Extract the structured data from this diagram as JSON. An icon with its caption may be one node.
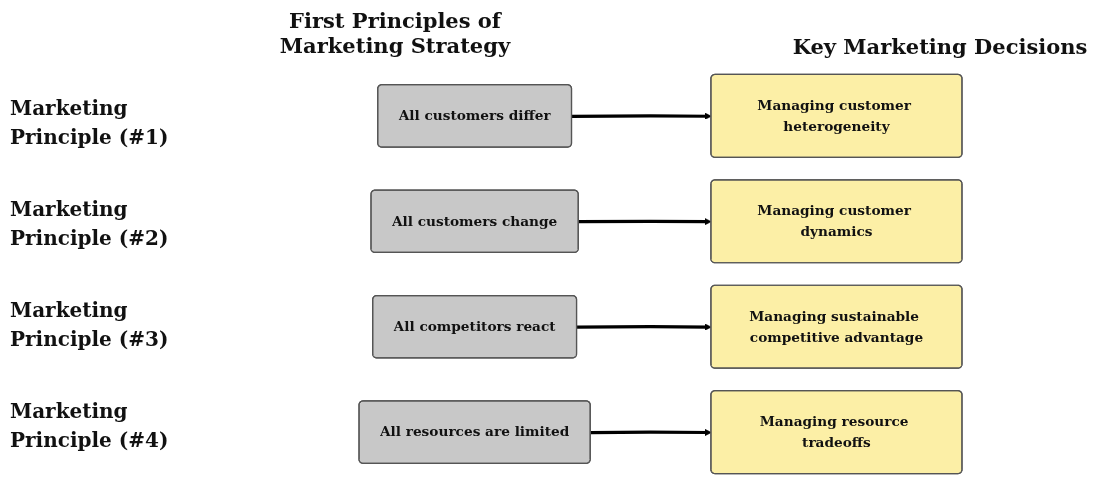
{
  "diagram": {
    "nodes": [
      {
        "text": [
          "All customers differ"
        ]
      },
      {
        "text": [
          "All customers change"
        ]
      },
      {
        "text": [
          "All competitors react"
        ]
      },
      {
        "text": [
          "All resources are limited"
        ]
      },
      {
        "text": [
          "Managing customer heterogeneity"
        ]
      },
      {
        "text": [
          "Managing customer dynamics"
        ]
      },
      {
        "text": [
          "Managing sustainable competitive advantage"
        ]
      },
      {
        "text": [
          "Managing resource tradeoffs"
        ]
      }
    ],
    "edges": [
      {
        "from": 0,
        "to": 4,
        "arrow": "to"
      },
      {
        "from": 1,
        "to": 5,
        "arrow": "to"
      },
      {
        "from": 2,
        "to": 6,
        "arrow": "to"
      },
      {
        "from": 3,
        "to": 7,
        "arrow": "to"
      }
    ],
    "labels": [
      "First Principles of Marketing Strategy",
      "Key Marketing Decisions",
      "Marketing Principle (#1)",
      "Marketing Principle (#2)",
      "Marketing Principle (#3)",
      "Marketing Principle (#4)"
    ]
  }
}
